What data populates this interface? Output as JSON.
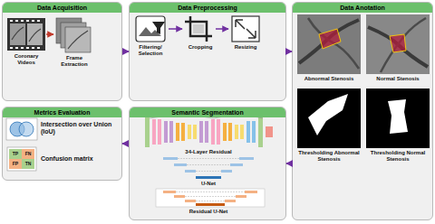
{
  "diagram": {
    "nodes": [
      {
        "text": [
          "Data Acquisition"
        ]
      },
      {
        "text": [
          "Data Preprocessing"
        ]
      },
      {
        "text": [
          "Data Anotation"
        ]
      },
      {
        "text": [
          "Metrics Evaluation"
        ]
      },
      {
        "text": [
          "Semantic Segmentation"
        ]
      }
    ],
    "edges": [
      {
        "from": 0,
        "to": 1,
        "arrow": "to"
      },
      {
        "from": 1,
        "to": 2,
        "arrow": "to"
      },
      {
        "from": 2,
        "to": 4,
        "arrow": "to"
      },
      {
        "from": 4,
        "to": 3,
        "arrow": "to"
      }
    ],
    "labels": [
      "Coronary Videos",
      "Frame Extraction",
      "Filtering/ Selection",
      "Cropping",
      "Resizing",
      "Abnormal Stenosis",
      "Normal Stenosis",
      "Thresholding Abnormal Stenosis",
      "Thresholding Normal Stenosis",
      "34-Layer Residual",
      "U-Net",
      "Residual U-Net",
      "Intersection over Union (IoU)",
      "Confusion matrix",
      "TP",
      "FN",
      "FP",
      "TN"
    ]
  }
}
